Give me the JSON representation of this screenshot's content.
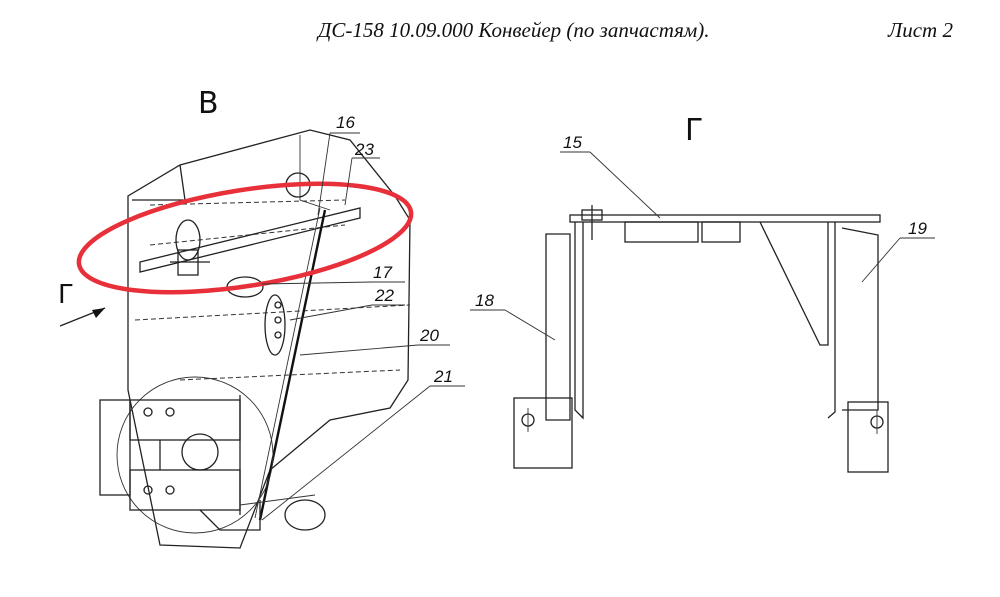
{
  "header": {
    "title": "ДС-158 10.09.000 Конвейер (по запчастям).",
    "sheet": "Лист 2"
  },
  "views": {
    "left_view_letter": "В",
    "right_view_letter": "Г",
    "arrow_letter": "Г"
  },
  "callouts": {
    "left": [
      "16",
      "23",
      "17",
      "22",
      "20",
      "21"
    ],
    "right": [
      "15",
      "19",
      "18"
    ]
  },
  "highlight": {
    "color": "#e8303a"
  }
}
